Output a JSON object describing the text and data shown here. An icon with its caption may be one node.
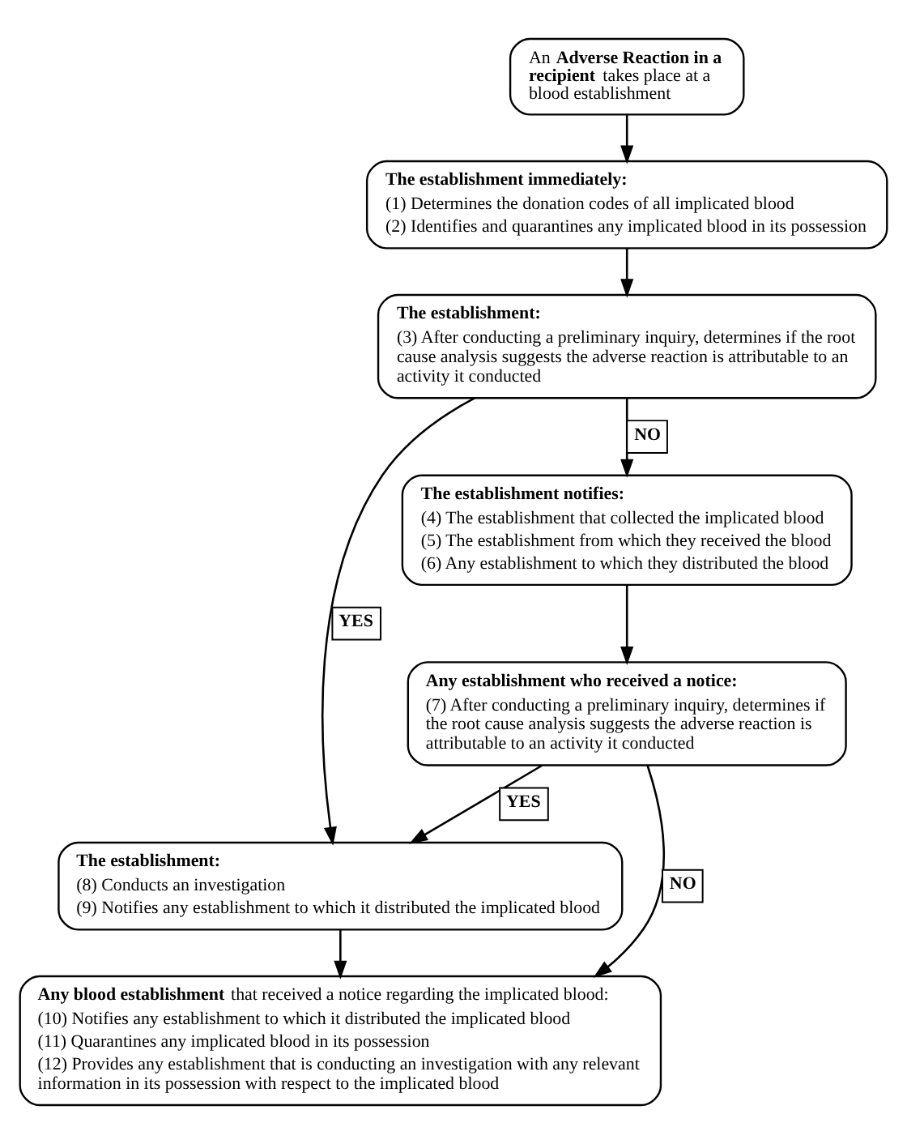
{
  "diagram": {
    "nodes": [
      {
        "text": [
          "An **Adverse Reaction in a recipient** takes place at a blood establishment"
        ]
      },
      {
        "text": [
          "The establishment immediately:",
          "(1) Determines the donation codes of all implicated blood",
          "(2) Identifies and quarantines any implicated blood in its possession"
        ]
      },
      {
        "text": [
          "The establishment:",
          "(3) After conducting a preliminary inquiry, determines if the root cause analysis suggests the adverse reaction is attributable to an activity it conducted"
        ]
      },
      {
        "text": [
          "The establishment notifies:",
          "(4) The establishment that collected the implicated blood",
          "(5) The establishment from which they received the blood",
          "(6) Any establishment to which they distributed the blood"
        ]
      },
      {
        "text": [
          "Any establishment who received a notice:",
          "(7) After conducting a preliminary inquiry, determines if the root cause analysis suggests the adverse reaction is attributable to an activity it conducted"
        ]
      },
      {
        "text": [
          "The establishment:",
          "(8) Conducts an investigation",
          "(9) Notifies any establishment to which it distributed the implicated blood"
        ]
      },
      {
        "text": [
          "**Any blood establishment** that received a notice regarding the implicated blood:",
          "(10) Notifies any establishment to which it distributed the implicated blood",
          "(11) Quarantines any implicated blood in its possession",
          "(12) Provides any establishment that is conducting an investigation with any relevant information in its possession with respect to the implicated blood"
        ]
      }
    ],
    "edges": [
      {
        "from": 0,
        "to": 1,
        "arrow": "to"
      },
      {
        "from": 1,
        "to": 2,
        "arrow": "to"
      },
      {
        "from": 2,
        "to": 5,
        "arrow": "to",
        "label": "YES"
      },
      {
        "from": 2,
        "to": 3,
        "arrow": "to",
        "label": "NO"
      },
      {
        "from": 3,
        "to": 4,
        "arrow": "to"
      },
      {
        "from": 4,
        "to": 5,
        "arrow": "to",
        "label": "YES"
      },
      {
        "from": 4,
        "to": 6,
        "arrow": "to",
        "label": "NO"
      },
      {
        "from": 5,
        "to": 6,
        "arrow": "to"
      }
    ]
  }
}
